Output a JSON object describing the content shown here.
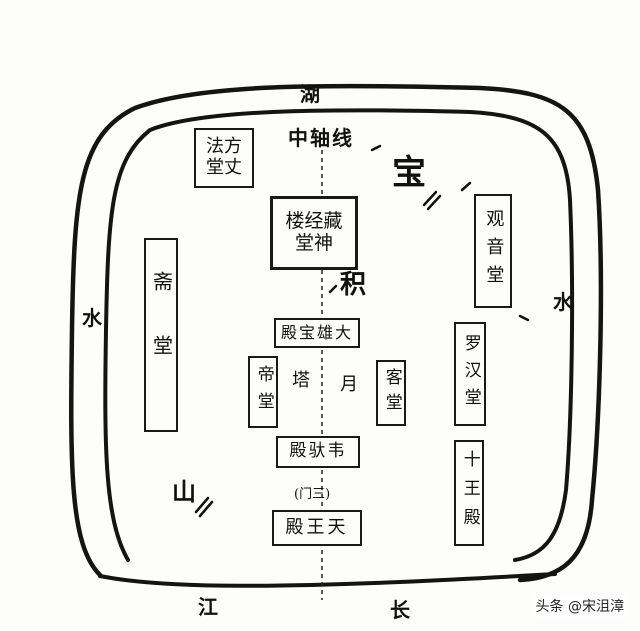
{
  "water_labels": {
    "top": "湖",
    "left": "水",
    "right": "水",
    "bottom_left": "江",
    "bottom_right": "长"
  },
  "axis_label": "中轴线",
  "scatter_labels": {
    "bao": "宝",
    "ji": "积",
    "shan": "山",
    "ta": "塔",
    "yue": "月"
  },
  "buildings": {
    "fangzhang": "法方\n堂丈",
    "cangjing": "楼经藏\n堂神",
    "guanyin": "观音堂",
    "zhaitang": "斋堂",
    "daxiongbaodian": "殿宝雄大",
    "luohan": "罗汉堂",
    "dizang": "帝堂",
    "kezhang": "客堂",
    "weituo": "殿驮韦",
    "shiwang": "十王殿",
    "sanmen": "(门三)",
    "tianwang": "殿王天"
  },
  "watermark": "头条 @宋沮漳"
}
